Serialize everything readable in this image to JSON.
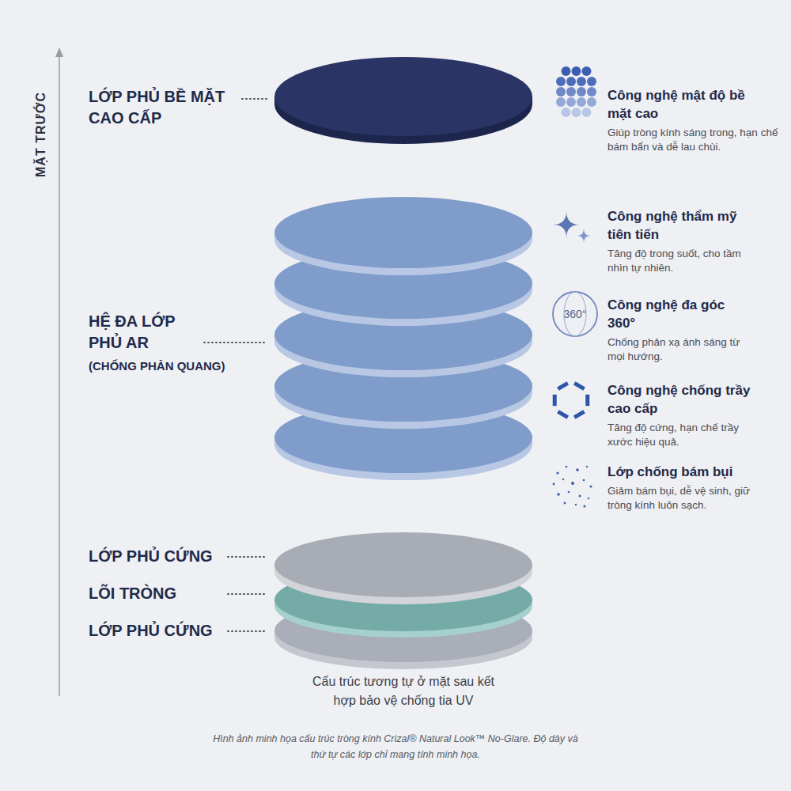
{
  "diagram": {
    "caption": "Hình ảnh minh họa cấu trúc tròng kính Crizal® Natural Look™ No-Glare. Độ dày và thứ tự các lớp chỉ mang tính minh họa.",
    "labels": [
      "MẶT TRƯỚC",
      "LỚP PHỦ BỀ MẶT CAO CẤP",
      "Công nghệ mật độ bề mặt cao",
      "Giúp tròng kính sáng trong, hạn chế bám bẩn và dễ lau chùi.",
      "HỆ ĐA LỚP PHỦ AR",
      "(CHỐNG PHẢN QUANG)",
      "Công nghệ thẩm mỹ tiên tiến",
      "Tăng độ trong suốt, cho tầm nhìn tự nhiên.",
      "360°",
      "Công nghệ đa góc 360°",
      "Chống phản xạ ánh sáng từ mọi hướng.",
      "Công nghệ chống trầy cao cấp",
      "Tăng độ cứng, hạn chế trầy xước hiệu quả.",
      "Lớp chống bám bụi",
      "Giảm bám bụi, dễ vệ sinh, giữ tròng kính luôn sạch.",
      "LỚP PHỦ CỨNG",
      "LÕI TRÒNG",
      "LỚP PHỦ CỨNG",
      "Cấu trúc tương tự ở mặt sau kết hợp bảo vệ chống tia UV"
    ]
  }
}
